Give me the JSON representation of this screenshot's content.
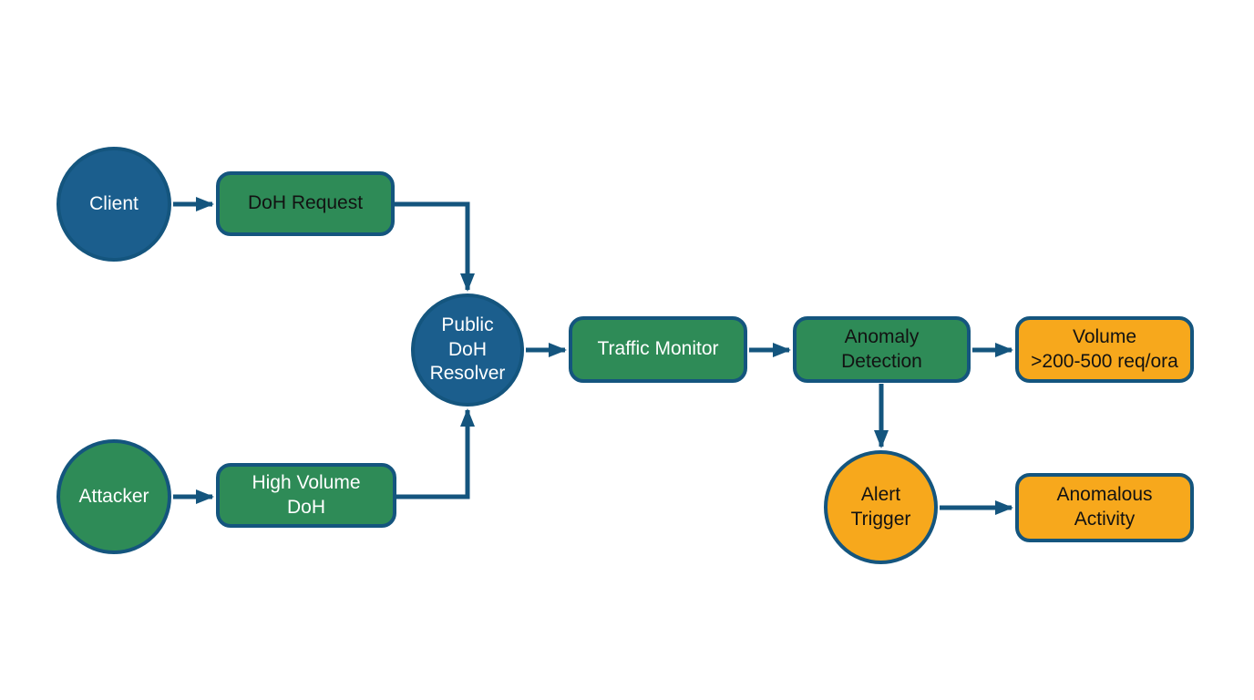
{
  "diagram": {
    "type": "flowchart",
    "background": "#ffffff",
    "palette": {
      "node_blue": "#1b5e8d",
      "node_green": "#2e8b57",
      "node_orange": "#f7a81c",
      "edge_and_border_blue": "#14557e",
      "text_light": "#ffffff",
      "text_dark": "#121212"
    },
    "nodes": {
      "client": {
        "label": "Client",
        "shape": "circle",
        "color": "blue",
        "text": "light"
      },
      "doh_request": {
        "label": "DoH Request",
        "shape": "rounded-rect",
        "color": "green",
        "text": "dark"
      },
      "public_doh_resolver": {
        "label": "Public\nDoH\nResolver",
        "shape": "circle",
        "color": "blue",
        "text": "light"
      },
      "traffic_monitor": {
        "label": "Traffic Monitor",
        "shape": "rounded-rect",
        "color": "green",
        "text": "light"
      },
      "anomaly_detection": {
        "label": "Anomaly\nDetection",
        "shape": "rounded-rect",
        "color": "green",
        "text": "dark"
      },
      "volume_threshold": {
        "label": "Volume\n>200-500 req/ora",
        "shape": "rounded-rect",
        "color": "orange",
        "text": "dark"
      },
      "attacker": {
        "label": "Attacker",
        "shape": "circle",
        "color": "green",
        "text": "light"
      },
      "high_volume_doh": {
        "label": "High Volume\nDoH",
        "shape": "rounded-rect",
        "color": "green",
        "text": "light"
      },
      "alert_trigger": {
        "label": "Alert\nTrigger",
        "shape": "circle",
        "color": "orange",
        "text": "dark"
      },
      "anomalous_activity": {
        "label": "Anomalous\nActivity",
        "shape": "rounded-rect",
        "color": "orange",
        "text": "dark"
      }
    },
    "edges": [
      {
        "from": "client",
        "to": "doh_request"
      },
      {
        "from": "doh_request",
        "to": "public_doh_resolver"
      },
      {
        "from": "attacker",
        "to": "high_volume_doh"
      },
      {
        "from": "high_volume_doh",
        "to": "public_doh_resolver"
      },
      {
        "from": "public_doh_resolver",
        "to": "traffic_monitor"
      },
      {
        "from": "traffic_monitor",
        "to": "anomaly_detection"
      },
      {
        "from": "anomaly_detection",
        "to": "volume_threshold"
      },
      {
        "from": "anomaly_detection",
        "to": "alert_trigger"
      },
      {
        "from": "alert_trigger",
        "to": "anomalous_activity"
      }
    ]
  }
}
